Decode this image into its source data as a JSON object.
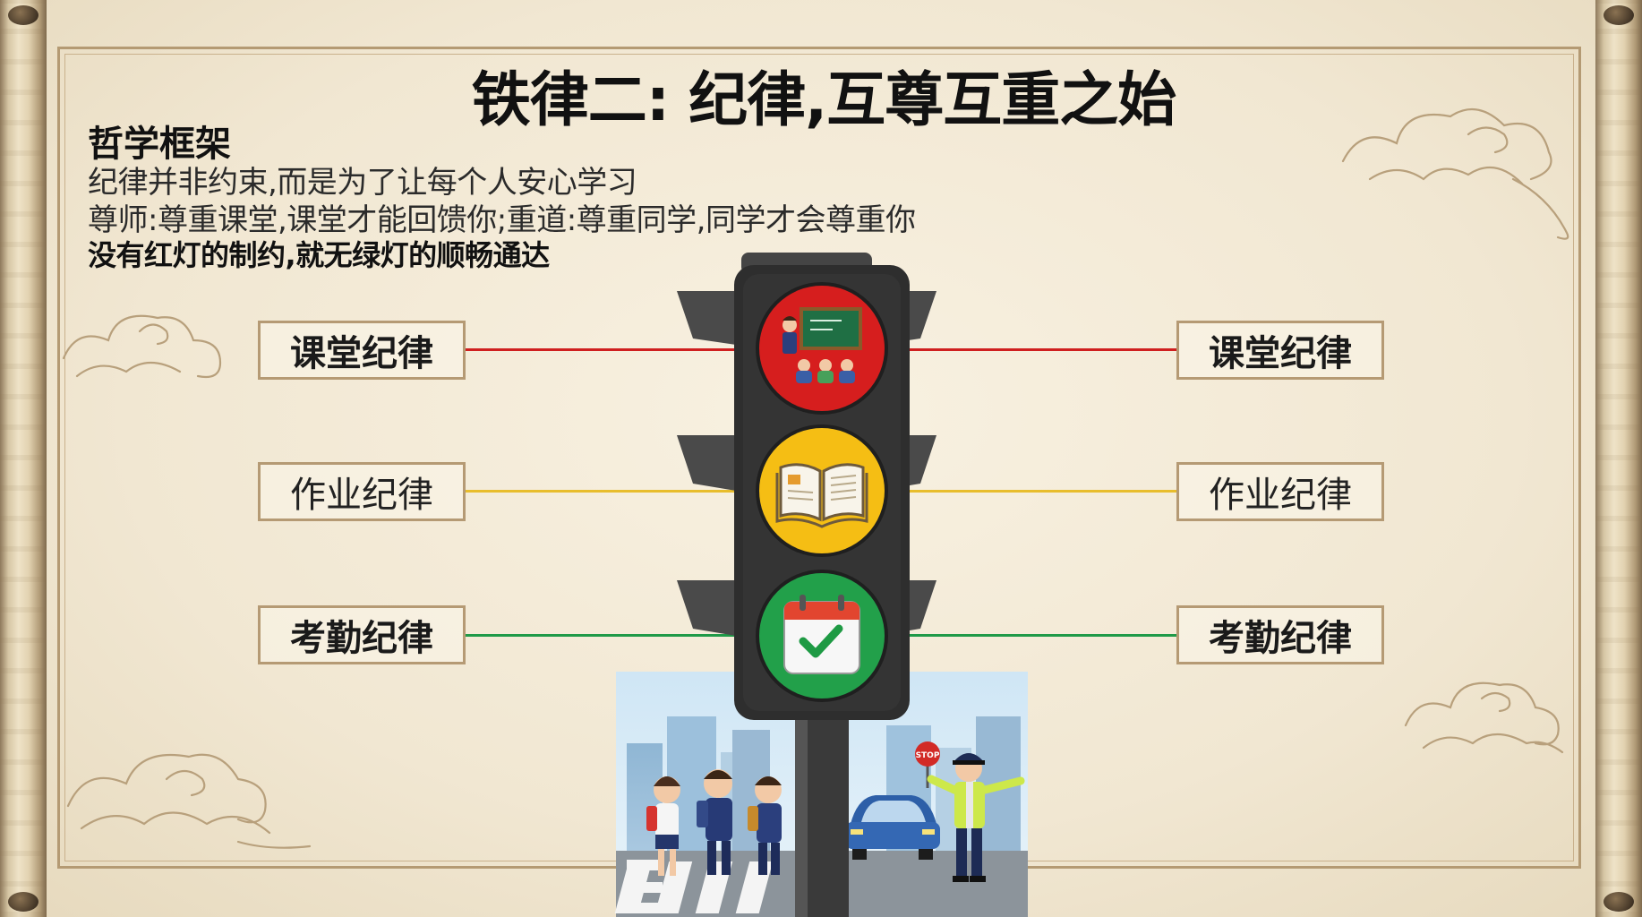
{
  "title": "铁律二: 纪律,互尊互重之始",
  "framework": {
    "heading": "哲学框架",
    "lines": [
      "纪律并非约束,而是为了让每个人安心学习",
      "尊师:尊重课堂,课堂才能回馈你;重道:尊重同学,同学才会尊重你",
      "没有红灯的制约,就无绿灯的顺畅通达"
    ]
  },
  "rows": [
    {
      "left": "课堂纪律",
      "right": "课堂纪律",
      "light": "red",
      "icon": "classroom-icon"
    },
    {
      "left": "作业纪律",
      "right": "作业纪律",
      "light": "yellow",
      "icon": "open-book-icon"
    },
    {
      "left": "考勤纪律",
      "right": "考勤纪律",
      "light": "green",
      "icon": "calendar-check-icon"
    }
  ],
  "colors": {
    "red": "#d61e1e",
    "yellow": "#f5be14",
    "green": "#22a04a",
    "housing": "#2e2e2e",
    "frame": "#b49a73"
  },
  "illustration": {
    "stop_sign_text": "STOP",
    "description_icons": [
      "students-crossing-icon",
      "traffic-police-icon",
      "car-icon"
    ]
  }
}
